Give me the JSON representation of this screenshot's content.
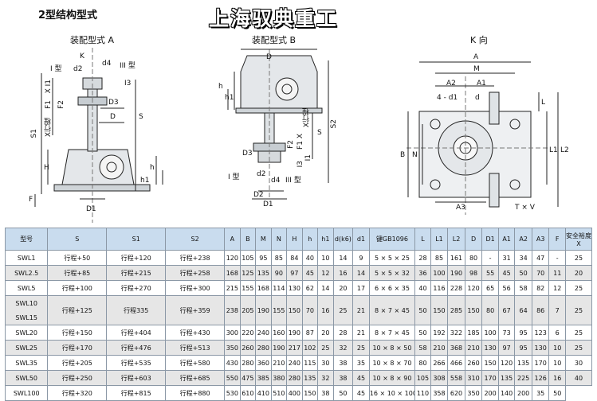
{
  "heading": "2型结构型式",
  "brand": "上海驭典重工",
  "views": {
    "a": {
      "title": "装配型式 A",
      "labels": [
        "I 型",
        "d2",
        "d4",
        "III 型",
        "K",
        "X I1",
        "I3",
        "F1",
        "F2",
        "D3",
        "X行程",
        "D",
        "S1",
        "S",
        "H",
        "h",
        "h1",
        "F",
        "D1"
      ]
    },
    "b": {
      "title": "装配型式 B",
      "labels": [
        "D",
        "h",
        "h1",
        "X行程",
        "S",
        "S2",
        "F2",
        "F1 X",
        "I1",
        "I3",
        "D3",
        "d2",
        "d4",
        "I 型",
        "III 型",
        "D2",
        "D1"
      ]
    },
    "k": {
      "title": "K 向",
      "labels": [
        "A",
        "M",
        "A2",
        "A1",
        "4 - d1",
        "d",
        "L",
        "B",
        "N",
        "L1",
        "L2",
        "A3",
        "T × V"
      ]
    }
  },
  "table": {
    "headers": [
      "型号",
      "S",
      "S1",
      "S2",
      "A",
      "B",
      "M",
      "N",
      "H",
      "h",
      "h1",
      "d(k6)",
      "d1",
      "键GB1096",
      "L",
      "L1",
      "L2",
      "D",
      "D1",
      "A1",
      "A2",
      "A3",
      "F",
      "安全裕度X"
    ],
    "rows": [
      {
        "model": "SWL1",
        "cells": [
          "行程+50",
          "行程+120",
          "行程+238",
          "120",
          "105",
          "95",
          "85",
          "84",
          "40",
          "10",
          "14",
          "9",
          "5 × 5 × 25",
          "28",
          "85",
          "161",
          "80",
          "-",
          "31",
          "34",
          "47",
          "-",
          "25"
        ]
      },
      {
        "model": "SWL2.5",
        "cells": [
          "行程+85",
          "行程+215",
          "行程+258",
          "168",
          "125",
          "135",
          "90",
          "97",
          "45",
          "12",
          "16",
          "14",
          "5 × 5 × 32",
          "36",
          "100",
          "190",
          "98",
          "55",
          "45",
          "50",
          "70",
          "11",
          "20"
        ]
      },
      {
        "model": "SWL5",
        "cells": [
          "行程+100",
          "行程+270",
          "行程+300",
          "215",
          "155",
          "168",
          "114",
          "130",
          "62",
          "14",
          "20",
          "17",
          "6 × 6 × 35",
          "40",
          "116",
          "228",
          "120",
          "65",
          "56",
          "58",
          "82",
          "12",
          "25"
        ]
      },
      {
        "model": "SWL10",
        "model2": "SWL15",
        "cells": [
          "行程+125",
          "行程335",
          "行程+359",
          "238",
          "205",
          "190",
          "155",
          "150",
          "70",
          "16",
          "25",
          "21",
          "8 × 7 × 45",
          "50",
          "150",
          "285",
          "150",
          "80",
          "67",
          "64",
          "86",
          "7",
          "25"
        ]
      },
      {
        "model": "SWL20",
        "cells": [
          "行程+150",
          "行程+404",
          "行程+430",
          "300",
          "220",
          "240",
          "160",
          "190",
          "87",
          "20",
          "28",
          "21",
          "8 × 7 × 45",
          "50",
          "192",
          "322",
          "185",
          "100",
          "73",
          "95",
          "123",
          "6",
          "25"
        ]
      },
      {
        "model": "SWL25",
        "cells": [
          "行程+170",
          "行程+476",
          "行程+513",
          "350",
          "260",
          "280",
          "190",
          "217",
          "102",
          "25",
          "32",
          "25",
          "10 × 8 × 50",
          "58",
          "210",
          "368",
          "210",
          "130",
          "97",
          "95",
          "130",
          "10",
          "25"
        ]
      },
      {
        "model": "SWL35",
        "cells": [
          "行程+205",
          "行程+535",
          "行程+580",
          "430",
          "280",
          "360",
          "210",
          "240",
          "115",
          "30",
          "38",
          "35",
          "10 × 8 × 70",
          "80",
          "266",
          "466",
          "260",
          "150",
          "120",
          "135",
          "170",
          "10",
          "30"
        ]
      },
      {
        "model": "SWL50",
        "cells": [
          "行程+250",
          "行程+603",
          "行程+685",
          "550",
          "475",
          "385",
          "380",
          "280",
          "135",
          "32",
          "38",
          "45",
          "10 × 8 × 90",
          "105",
          "308",
          "558",
          "310",
          "170",
          "135",
          "225",
          "126",
          "16",
          "40"
        ]
      },
      {
        "model": "SWL100",
        "cells": [
          "行程+320",
          "行程+815",
          "行程+880",
          "530",
          "610",
          "410",
          "510",
          "400",
          "150",
          "38",
          "50",
          "45",
          "16 × 10 × 100",
          "110",
          "358",
          "620",
          "350",
          "200",
          "140",
          "200",
          "35",
          "50"
        ]
      }
    ]
  }
}
